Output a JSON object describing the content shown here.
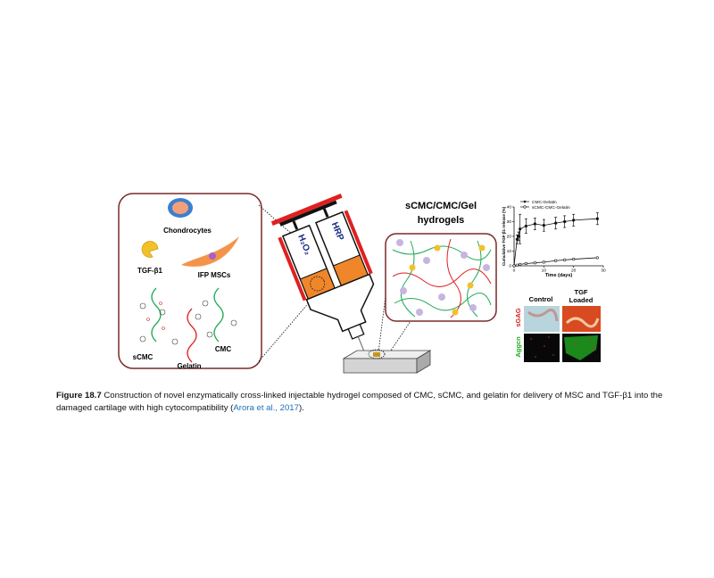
{
  "figure": {
    "left_panel": {
      "chondrocytes": "Chondrocytes",
      "tgf": "TGF-β1",
      "ifp": "IFP MSCs",
      "scmc": "sCMC",
      "cmc": "CMC",
      "gelatin": "Gelatin"
    },
    "syringe": {
      "left_barrel": "H₂O₂",
      "right_barrel": "HRP"
    },
    "hydrogel_title_1": "sCMC/CMC/Gel",
    "hydrogel_title_2": "hydrogels",
    "micrographs": {
      "col_control": "Control",
      "col_tgf_1": "TGF",
      "col_tgf_2": "Loaded",
      "row_sgag": "sGAG",
      "row_aggcn": "Aggcn"
    },
    "colors": {
      "frame": "#7a2a2a",
      "red": "#e02020",
      "green": "#22aa55",
      "orange": "#f0862a"
    }
  },
  "chart_data": {
    "type": "line",
    "title": "",
    "xlabel": "Time (days)",
    "ylabel": "Cumulative TGF-β1 release (%)",
    "xlim": [
      0,
      30
    ],
    "ylim": [
      0,
      40
    ],
    "xticks": [
      "0",
      "10",
      "20",
      "30"
    ],
    "yticks": [
      "0",
      "10",
      "20",
      "30",
      "40"
    ],
    "legend_position": "top-left",
    "series": [
      {
        "name": "CMC-Gelatin",
        "marker": "filled",
        "x": [
          0,
          1,
          1.5,
          2,
          4,
          7,
          10,
          14,
          17,
          20,
          28
        ],
        "y": [
          0,
          18,
          20,
          25,
          27,
          28.5,
          27.5,
          29,
          30,
          31,
          32
        ],
        "err": [
          0,
          3,
          3,
          10,
          5,
          4,
          4,
          4,
          4,
          4,
          4
        ]
      },
      {
        "name": "sCMC-CMC-Gelatin",
        "marker": "open",
        "x": [
          0,
          1,
          2,
          4,
          7,
          10,
          14,
          17,
          20,
          28
        ],
        "y": [
          0,
          0.5,
          1,
          1.5,
          2,
          2.5,
          3.5,
          4,
          4.5,
          5.5
        ],
        "err": [
          0,
          0,
          0,
          0,
          0,
          0,
          0,
          0,
          0,
          0
        ]
      }
    ]
  },
  "caption": {
    "label": "Figure 18.7",
    "text": " Construction of novel enzymatically cross-linked injectable hydrogel composed of CMC, sCMC, and gelatin for delivery of MSC and TGF-β1 into the damaged cartilage with high cytocompatibility (",
    "citation": "Arora et al., 2017",
    "end": ")."
  }
}
